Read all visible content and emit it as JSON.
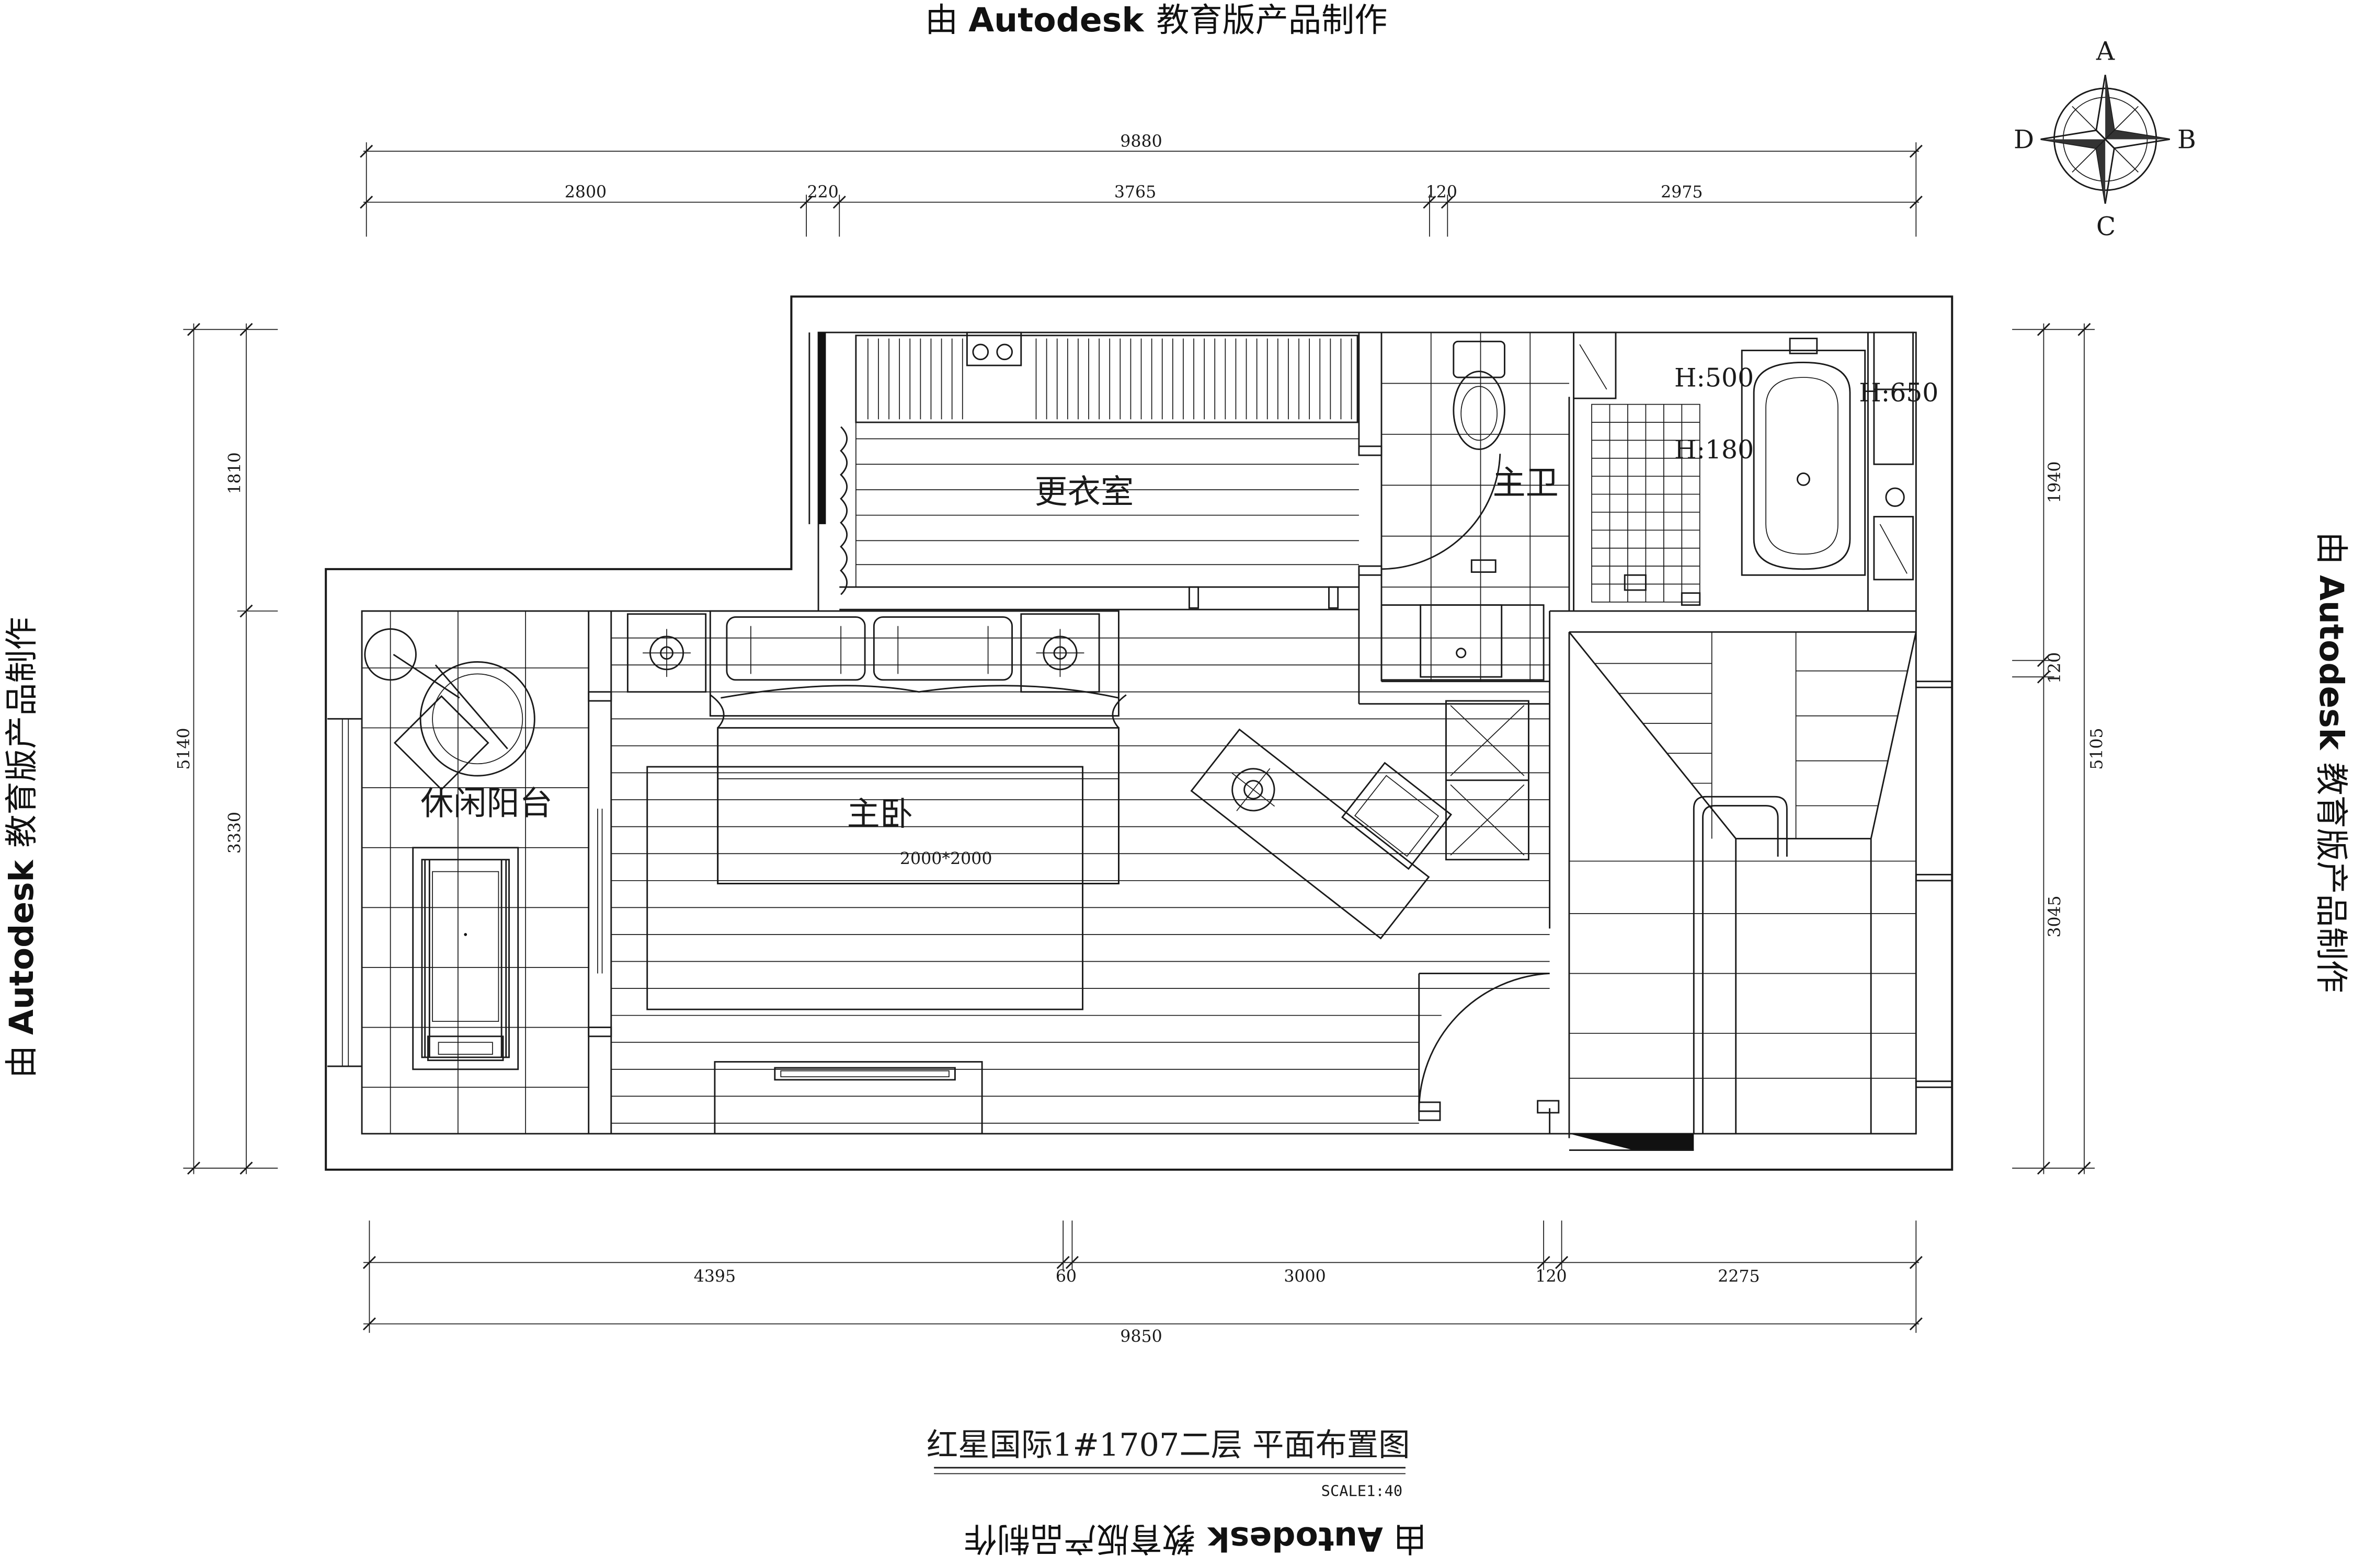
{
  "watermark": {
    "prefix": "由",
    "brand": "Autodesk",
    "suffix": "教育版产品制作"
  },
  "compass": {
    "north": "A",
    "east": "B",
    "south": "C",
    "west": "D"
  },
  "dimensions": {
    "top_total": "9880",
    "top_segments": [
      "2800",
      "220",
      "3765",
      "120",
      "2975"
    ],
    "bottom_total": "9850",
    "bottom_segments": [
      "4395",
      "60",
      "3000",
      "120",
      "2275"
    ],
    "left_total": "5140",
    "left_segments": [
      "1810",
      "3330"
    ],
    "right_total": "5105",
    "right_segments": [
      "1940",
      "120",
      "3045"
    ]
  },
  "rooms": {
    "dressing_room": "更衣室",
    "master_bath": "主卫",
    "master_bedroom": "主卧",
    "leisure_balcony": "休闲阳台",
    "bed_size": "2000*2000"
  },
  "heights": {
    "h500": "H:500",
    "h650": "H:650",
    "h180": "H:180"
  },
  "drawing": {
    "title": "红星国际1#1707二层  平面布置图",
    "scale": "SCALE1:40"
  }
}
